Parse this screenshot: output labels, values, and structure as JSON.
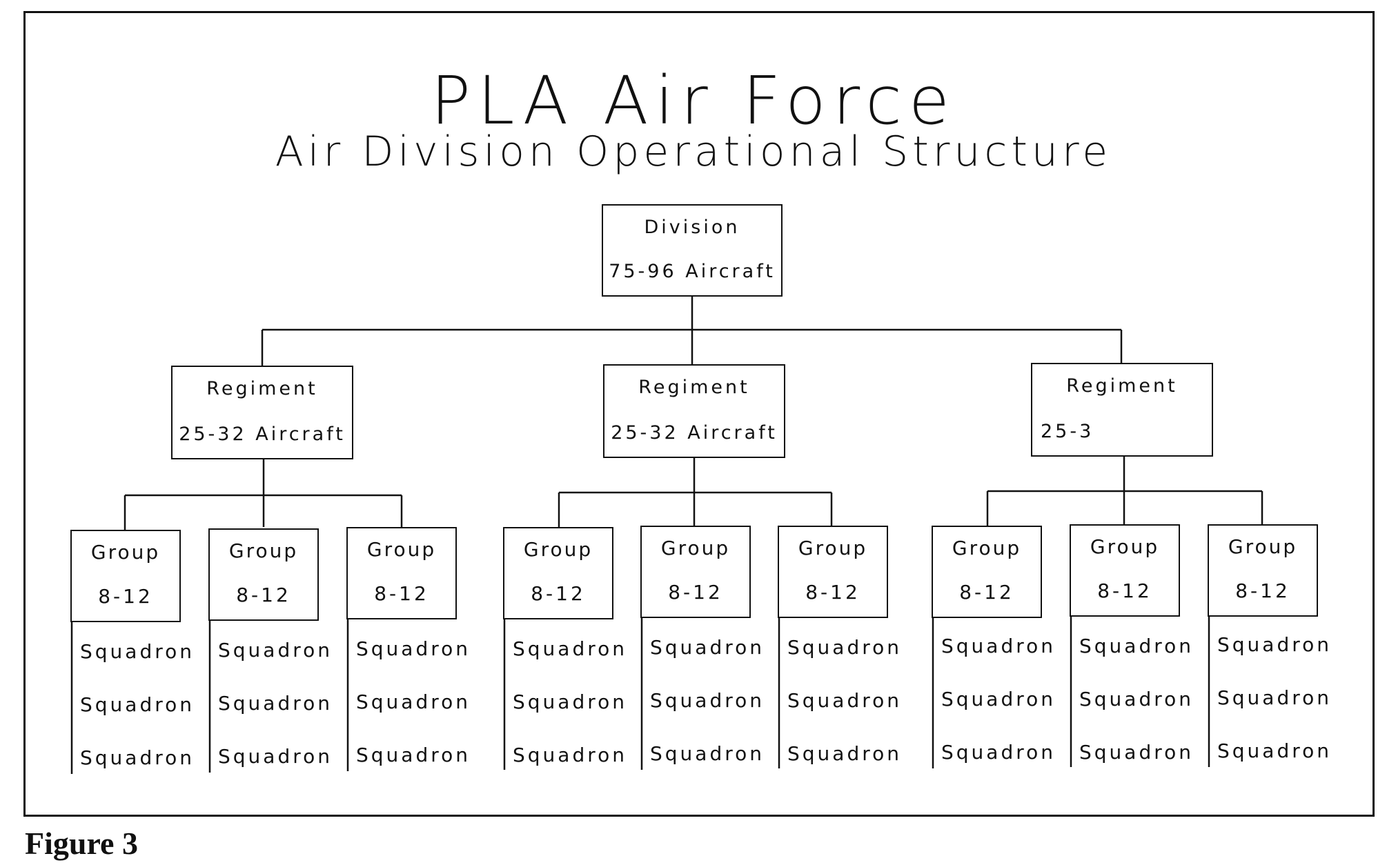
{
  "title": "PLA Air Force",
  "subtitle": "Air Division Operational Structure",
  "division": {
    "name": "Division",
    "aircraft": "75-96 Aircraft"
  },
  "regiments": [
    {
      "name": "Regiment",
      "aircraft": "25-32 Aircraft",
      "groups": [
        {
          "name": "Group",
          "aircraft": "8-12",
          "squadrons": [
            "Squadron",
            "Squadron",
            "Squadron"
          ]
        },
        {
          "name": "Group",
          "aircraft": "8-12",
          "squadrons": [
            "Squadron",
            "Squadron",
            "Squadron"
          ]
        },
        {
          "name": "Group",
          "aircraft": "8-12",
          "squadrons": [
            "Squadron",
            "Squadron",
            "Squadron"
          ]
        }
      ]
    },
    {
      "name": "Regiment",
      "aircraft": "25-32 Aircraft",
      "groups": [
        {
          "name": "Group",
          "aircraft": "8-12",
          "squadrons": [
            "Squadron",
            "Squadron",
            "Squadron"
          ]
        },
        {
          "name": "Group",
          "aircraft": "8-12",
          "squadrons": [
            "Squadron",
            "Squadron",
            "Squadron"
          ]
        },
        {
          "name": "Group",
          "aircraft": "8-12",
          "squadrons": [
            "Squadron",
            "Squadron",
            "Squadron"
          ]
        }
      ]
    },
    {
      "name": "Regiment",
      "aircraft": "25-3",
      "groups": [
        {
          "name": "Group",
          "aircraft": "8-12",
          "squadrons": [
            "Squadron",
            "Squadron",
            "Squadron"
          ]
        },
        {
          "name": "Group",
          "aircraft": "8-12",
          "squadrons": [
            "Squadron",
            "Squadron",
            "Squadron"
          ]
        },
        {
          "name": "Group",
          "aircraft": "8-12",
          "squadrons": [
            "Squadron",
            "Squadron",
            "Squadron"
          ]
        }
      ]
    }
  ],
  "figure_label": "Figure 3"
}
